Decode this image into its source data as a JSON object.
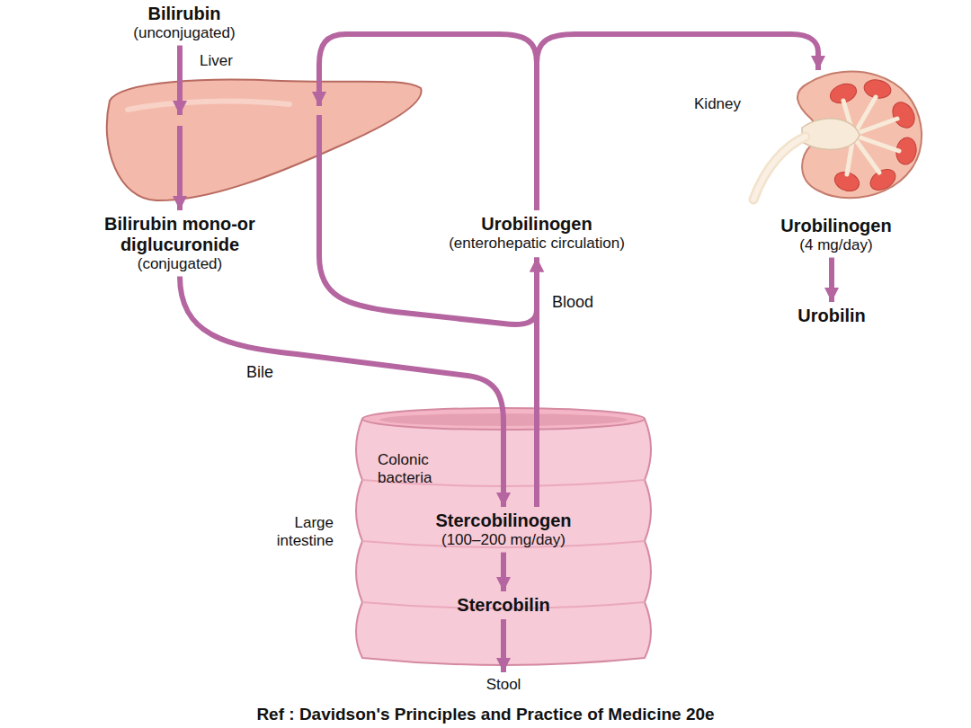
{
  "diagram": {
    "caption": "Ref : Davidson's Principles and Practice of Medicine 20e",
    "nodes": [
      {
        "text": [
          "Bilirubin",
          "(unconjugated)"
        ]
      },
      {
        "text": [
          "Liver"
        ]
      },
      {
        "text": [
          "Bilirubin mono-or diglucuronide",
          "(conjugated)"
        ]
      },
      {
        "text": [
          "Urobilinogen",
          "(enterohepatic circulation)"
        ]
      },
      {
        "text": [
          "Kidney"
        ]
      },
      {
        "text": [
          "Urobilinogen",
          "(4 mg/day)"
        ]
      },
      {
        "text": [
          "Urobilin"
        ]
      },
      {
        "text": [
          "Large intestine"
        ]
      },
      {
        "text": [
          "Stercobilinogen",
          "(100–200 mg/day)"
        ],
        "in": 7
      },
      {
        "text": [
          "Stercobilin"
        ],
        "in": 7
      },
      {
        "text": [
          "Stool"
        ]
      }
    ],
    "edges": [
      {
        "from": 0,
        "to": 1,
        "arrow": "to"
      },
      {
        "from": 1,
        "to": 2,
        "arrow": "to"
      },
      {
        "from": 2,
        "to": 8,
        "label": "Bile",
        "arrow": "to"
      },
      {
        "from": 8,
        "to": 3,
        "label": "Blood",
        "arrow": "to"
      },
      {
        "from": 1,
        "to": 3,
        "arrow": "to"
      },
      {
        "from": 3,
        "to": 1,
        "arrow": "to"
      },
      {
        "from": 3,
        "to": 4,
        "arrow": "to"
      },
      {
        "from": 5,
        "to": 6,
        "arrow": "to"
      },
      {
        "from": 8,
        "to": 9,
        "arrow": "to"
      },
      {
        "from": 9,
        "to": 10,
        "arrow": "to"
      }
    ],
    "labels": [
      "Colonic bacteria"
    ]
  }
}
